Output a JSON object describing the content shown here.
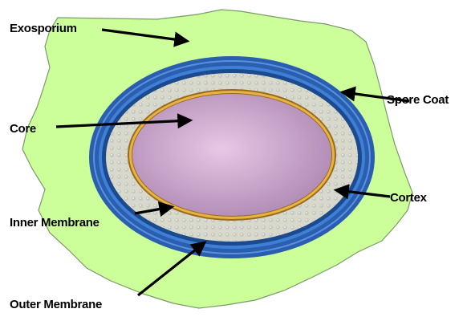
{
  "diagram": {
    "labels": {
      "exosporium": "Exosporium",
      "spore_coat": "Spore Coat",
      "core": "Core",
      "cortex": "Cortex",
      "inner_membrane": "Inner Membrane",
      "outer_membrane": "Outer Membrane"
    },
    "colors": {
      "exosporium_fill": "#ccff99",
      "exosporium_stroke": "#7a9a6a",
      "spore_coat_outer": "#2a5fb0",
      "spore_coat_inner": "#3f7fd6",
      "outer_membrane_band": "#1b4a8f",
      "cortex_fill": "#d8d8cc",
      "cortex_dot": "#c2c8bc",
      "inner_membrane": "#e6b347",
      "inner_membrane_dark": "#9a6a18",
      "core_center": "#e6c8e6",
      "core_edge": "#b08ab4"
    }
  }
}
